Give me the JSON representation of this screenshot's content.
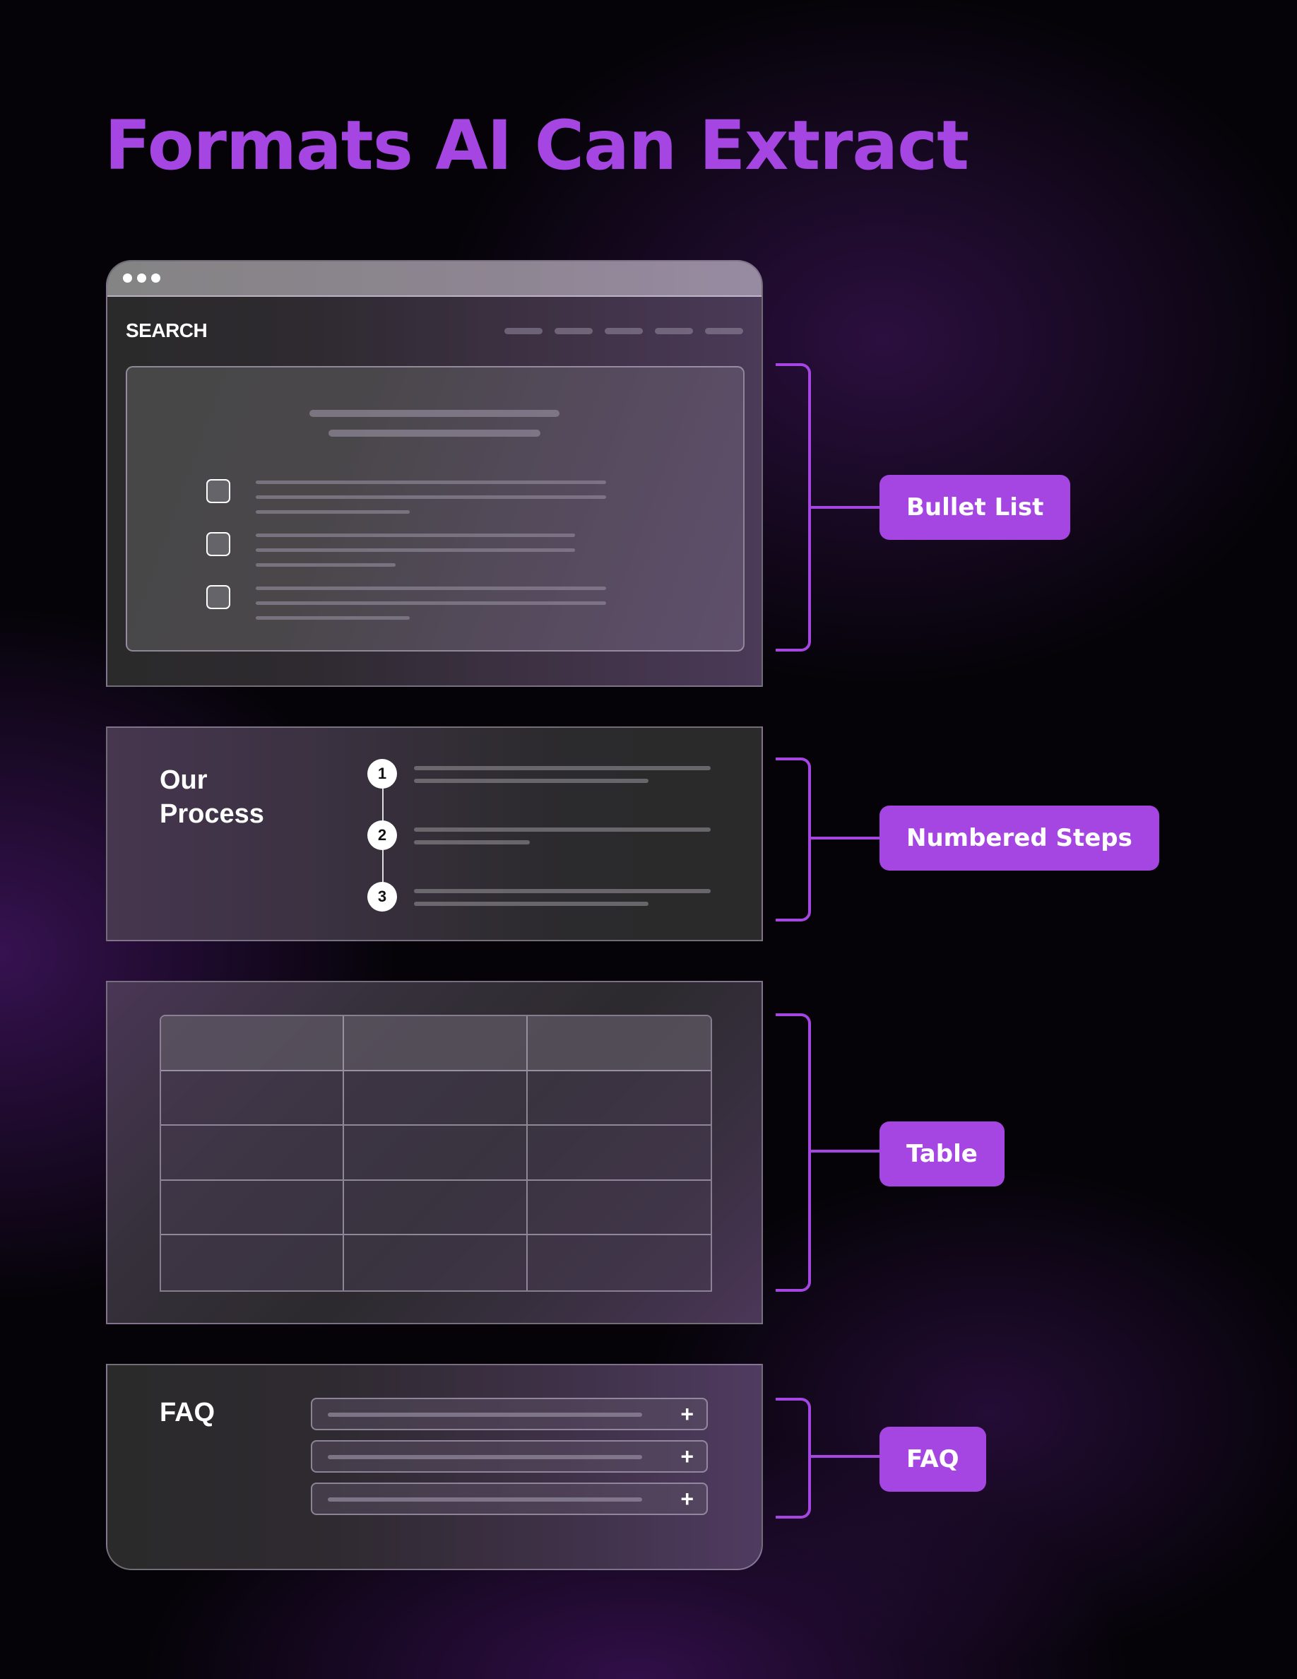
{
  "page": {
    "title": "Formats AI Can Extract",
    "accent_color": "#a646e2",
    "background_color": "#050308"
  },
  "cards": {
    "bullet_list": {
      "window_controls": [
        "dot",
        "dot",
        "dot"
      ],
      "header_label": "SEARCH",
      "nav_placeholder_count": 5,
      "bullet_items": 3
    },
    "numbered_steps": {
      "heading_line1": "Our",
      "heading_line2": "Process",
      "steps": [
        "1",
        "2",
        "3"
      ]
    },
    "table": {
      "columns": 3,
      "rows": 5,
      "header_row": true
    },
    "faq": {
      "heading": "FAQ",
      "items": [
        {
          "expand_icon": "+"
        },
        {
          "expand_icon": "+"
        },
        {
          "expand_icon": "+"
        }
      ]
    }
  },
  "labels": [
    {
      "id": "bullet-list",
      "text": "Bullet List"
    },
    {
      "id": "numbered-steps",
      "text": "Numbered Steps"
    },
    {
      "id": "table",
      "text": "Table"
    },
    {
      "id": "faq",
      "text": "FAQ"
    }
  ]
}
